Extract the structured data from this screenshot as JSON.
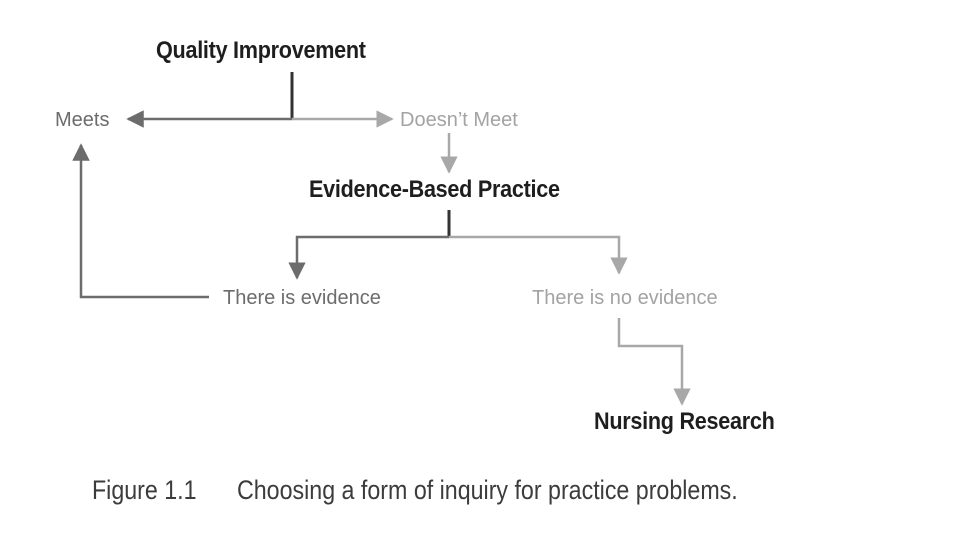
{
  "nodes": {
    "quality_improvement": "Quality Improvement",
    "meets": "Meets",
    "doesnt_meet": "Doesn’t Meet",
    "evidence_based_practice": "Evidence-Based Practice",
    "there_is_evidence": "There is evidence",
    "there_is_no_evidence": "There is no evidence",
    "nursing_research": "Nursing Research"
  },
  "caption": {
    "number": "Figure 1.1",
    "text": "Choosing a form of inquiry for practice problems."
  },
  "colors": {
    "dark_line": "#6c6c6c",
    "light_line": "#a8a8a8",
    "heading": "#1e1e1e"
  }
}
